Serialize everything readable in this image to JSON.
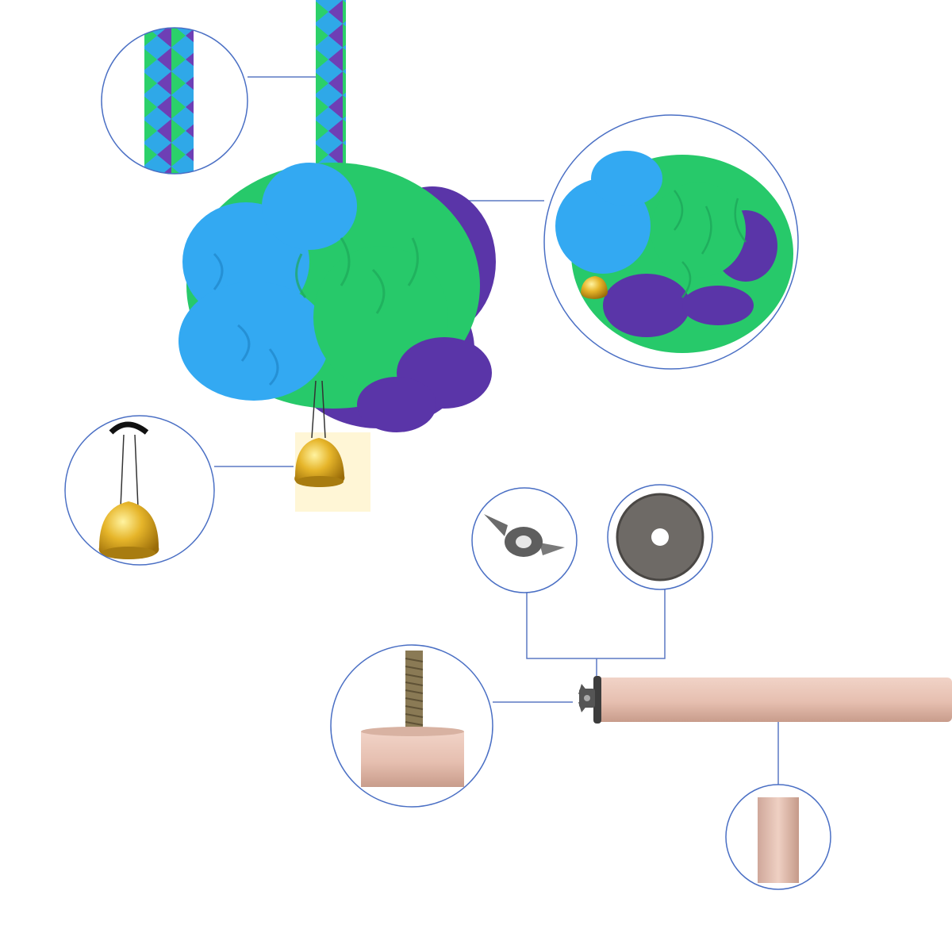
{
  "image": {
    "subject": "bird-perch-toy-parts",
    "palette": {
      "background": "#ffffff",
      "outline_blue": "#4a6fc4",
      "rope_blue": "#2fa8e8",
      "rope_green": "#2bd06a",
      "rope_purple": "#6e3fb5",
      "yarn_blue": "#33a9f2",
      "yarn_green": "#27c96a",
      "yarn_purple": "#5a35a8",
      "bell_gold": "#d9a920",
      "bell_shadow": "#a87c10",
      "wood": "#e8c3b4",
      "wood_dark": "#c99f8e",
      "metal": "#6b6b6b"
    },
    "callouts": [
      {
        "name": "rope-detail",
        "icon": "braided-rope-icon"
      },
      {
        "name": "pompom-detail",
        "icon": "yarn-ball-icon"
      },
      {
        "name": "bell-detail",
        "icon": "bell-icon"
      },
      {
        "name": "wing-nut-detail",
        "icon": "wing-nut-icon"
      },
      {
        "name": "washer-detail",
        "icon": "washer-icon"
      },
      {
        "name": "bolt-detail",
        "icon": "bolt-icon"
      },
      {
        "name": "perch-end-detail",
        "icon": "wooden-dowel-icon"
      }
    ]
  }
}
